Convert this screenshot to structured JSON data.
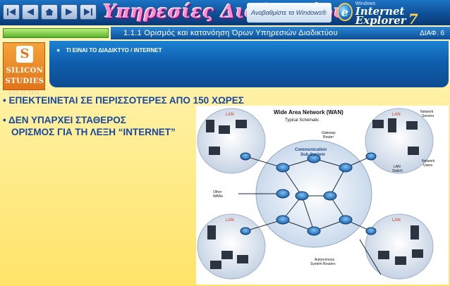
{
  "toolbar": {
    "buttons": [
      "first-icon",
      "prev-icon",
      "home-icon",
      "next-icon",
      "last-icon"
    ]
  },
  "header": {
    "title": "Υπηρεσίες Διαδικτύου",
    "windows_banner": "Αναβαθμίστε τα Windows®",
    "ie_small": "Windows",
    "ie_big": "Internet Explorer",
    "ie_version": "7"
  },
  "subtitle": {
    "text": "1.1.1 Ορισμός και κατανόηση Όρων Υπηρεσιών Διαδικτύου",
    "slide_number": "ΔΙΑΦ. 6"
  },
  "logo": {
    "line1": "SILICON",
    "line2": "STUDIES",
    "reflection": "SILICON"
  },
  "content": {
    "heading": "ΤΙ ΕΙΝΑΙ ΤΟ ΔΙΑΔΙΚΤΥΟ / INTERNET",
    "bullets": [
      "ΕΠΕΚΤΕΙΝΕΤΑΙ ΣΕ ΠΕΡΙΣΣΟΤΕΡΕΣ ΑΠΟ 150 ΧΩΡΕΣ",
      "ΔΕΝ ΥΠΑΡΧΕΙ ΣΤΑΘΕΡΟΣ",
      "ΟΡΙΣΜΟΣ ΓΙΑ ΤΗ ΛΕΞΗ “INTERNET”"
    ]
  },
  "diagram": {
    "title": "Wide Area Network (WAN)",
    "subtitle": "Typical Schematic",
    "core_label_1": "Communication",
    "core_label_2": "Sub-System",
    "lan_label": "LAN",
    "gateway_1": "Gateway",
    "gateway_2": "Router",
    "servers_1": "Network",
    "servers_2": "Servers",
    "switch_1": "LAN",
    "switch_2": "Switch",
    "users_1": "Network",
    "users_2": "Users",
    "other_1": "Other",
    "other_2": "WANs",
    "auto_1": "Autonomous",
    "auto_2": "System Routers"
  },
  "colors": {
    "bullet_text": "#1747a0",
    "title_pink": "#ff8bd0",
    "header_blue": "#0f5fae"
  }
}
